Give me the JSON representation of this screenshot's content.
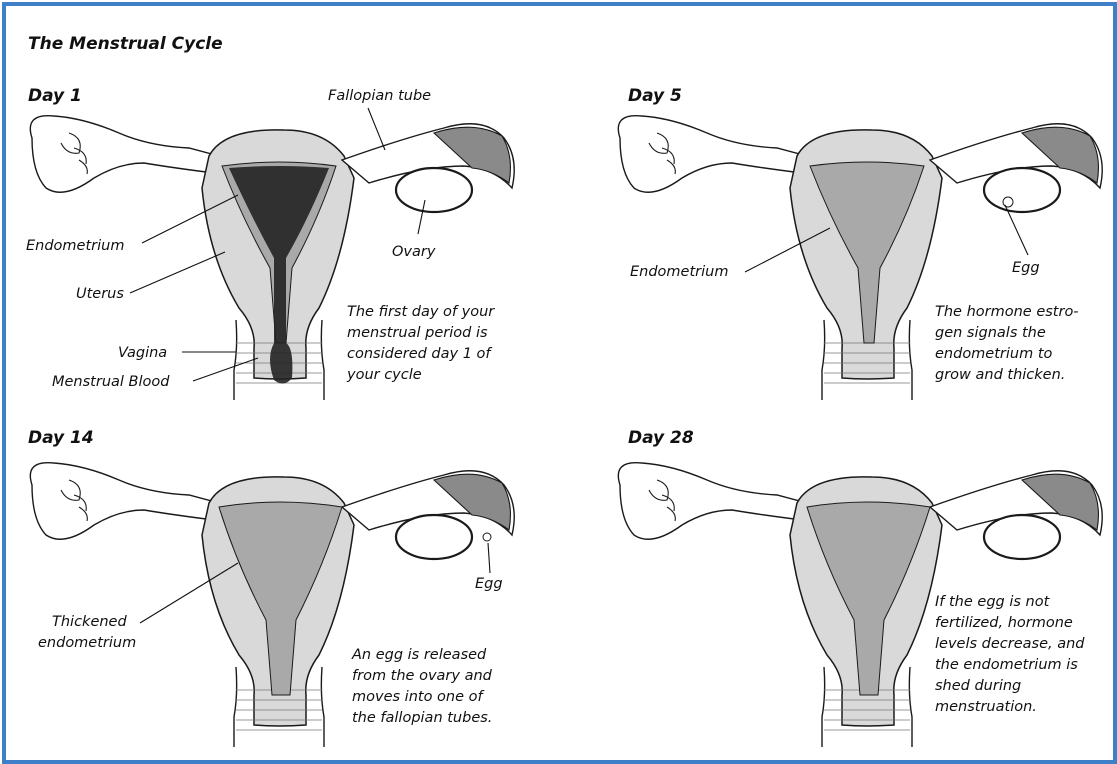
{
  "title": "The Menstrual Cycle",
  "panels": {
    "day1": {
      "heading": "Day 1",
      "labels": {
        "fallopian_tube": "Fallopian tube",
        "endometrium": "Endometrium",
        "ovary": "Ovary",
        "uterus": "Uterus",
        "vagina": "Vagina",
        "menstrual_blood": "Menstrual Blood"
      },
      "note": [
        "The first day of your",
        "menstrual period is",
        "considered day 1 of",
        "your cycle"
      ]
    },
    "day5": {
      "heading": "Day 5",
      "labels": {
        "endometrium": "Endometrium",
        "egg": "Egg"
      },
      "note": [
        "The hormone estro-",
        "gen signals the",
        "endometrium to",
        "grow and thicken."
      ]
    },
    "day14": {
      "heading": "Day 14",
      "labels": {
        "egg": "Egg",
        "thickened_1": "Thickened",
        "thickened_2": "endometrium"
      },
      "note": [
        "An egg is released",
        "from the ovary and",
        "moves into one of",
        "the fallopian tubes."
      ]
    },
    "day28": {
      "heading": "Day 28",
      "labels": {},
      "note": [
        "If the egg is not",
        "fertilized, hormone",
        "levels decrease, and",
        "the endometrium is",
        "shed during",
        "menstruation."
      ]
    }
  },
  "colors": {
    "border": "#3f7fc7",
    "tissue": "#d9d9d9",
    "lining": "#a9a9a9",
    "tube_dark": "#8a8a8a",
    "blood": "#222222",
    "outline": "#1a1a1a"
  }
}
